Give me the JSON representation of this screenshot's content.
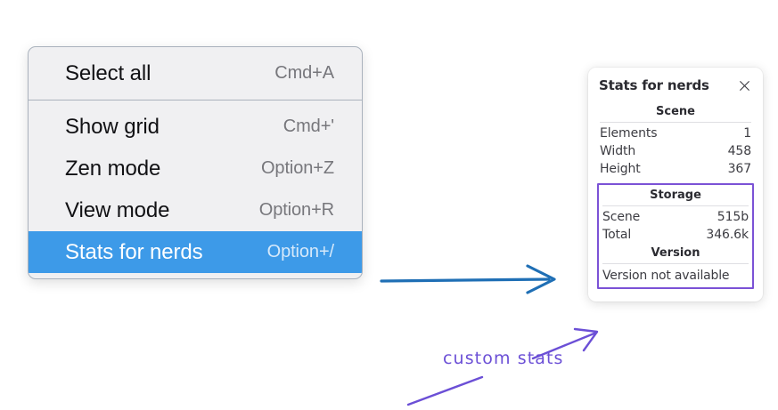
{
  "context_menu": {
    "sections": [
      {
        "items": [
          {
            "label": "Select all",
            "shortcut": "Cmd+A",
            "selected": false
          }
        ]
      },
      {
        "items": [
          {
            "label": "Show grid",
            "shortcut": "Cmd+'",
            "selected": false
          },
          {
            "label": "Zen mode",
            "shortcut": "Option+Z",
            "selected": false
          },
          {
            "label": "View mode",
            "shortcut": "Option+R",
            "selected": false
          },
          {
            "label": "Stats for nerds",
            "shortcut": "Option+/",
            "selected": true
          }
        ]
      }
    ],
    "highlight_color": "#3d9ae8"
  },
  "stats_panel": {
    "title": "Stats for nerds",
    "close_icon": "close-icon",
    "scene": {
      "heading": "Scene",
      "rows": [
        {
          "key": "Elements",
          "value": "1"
        },
        {
          "key": "Width",
          "value": "458"
        },
        {
          "key": "Height",
          "value": "367"
        }
      ]
    },
    "storage": {
      "heading": "Storage",
      "rows": [
        {
          "key": "Scene",
          "value": "515b"
        },
        {
          "key": "Total",
          "value": "346.6k"
        }
      ]
    },
    "version": {
      "heading": "Version",
      "text": "Version not available"
    },
    "highlight_box_color": "#7b52d6"
  },
  "annotations": {
    "blue_arrow_color": "#1f6fb5",
    "purple_color": "#6b4fd6",
    "hand_label": "custom stats"
  }
}
